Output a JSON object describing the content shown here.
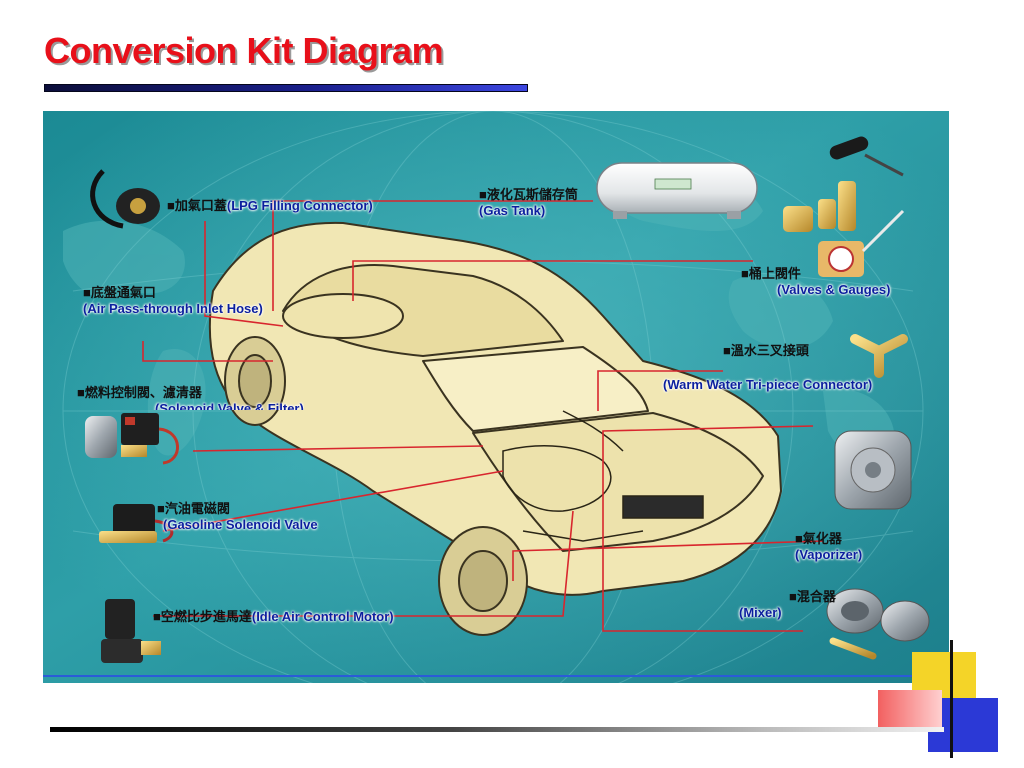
{
  "slide": {
    "title": "Conversion Kit Diagram"
  },
  "callouts": [
    {
      "id": "lpg-filling-connector",
      "zh": "■加氣口蓋",
      "en": "(LPG Filling Connector)"
    },
    {
      "id": "gas-tank",
      "zh": "■液化瓦斯儲存筒",
      "en": "(Gas Tank)"
    },
    {
      "id": "air-pass-through",
      "zh": "■底盤通氣口",
      "en": "(Air Pass-through Inlet Hose)"
    },
    {
      "id": "valves-gauges",
      "zh": "■桶上閥件",
      "en": "(Valves & Gauges)"
    },
    {
      "id": "warm-water",
      "zh": "■溫水三叉接頭",
      "en": "(Warm Water Tri-piece Connector)"
    },
    {
      "id": "solenoid-filter",
      "zh": "■燃料控制閥、濾清器",
      "en": "(Solenoid Valve & Filter)"
    },
    {
      "id": "gasoline-solenoid",
      "zh": "■汽油電磁閥",
      "en": "(Gasoline Solenoid Valve"
    },
    {
      "id": "vaporizer",
      "zh": "■氣化器",
      "en": "(Vaporizer)"
    },
    {
      "id": "mixer",
      "zh": "■混合器",
      "en": "(Mixer)"
    },
    {
      "id": "idle-air-control",
      "zh": "■空燃比步進馬達",
      "en": "(Idle Air Control Motor)"
    }
  ],
  "colors": {
    "title": "#e8101a",
    "label_blue": "#0b1f9e",
    "callout_line": "#d8262e",
    "car_body": "#f1e7b4"
  }
}
